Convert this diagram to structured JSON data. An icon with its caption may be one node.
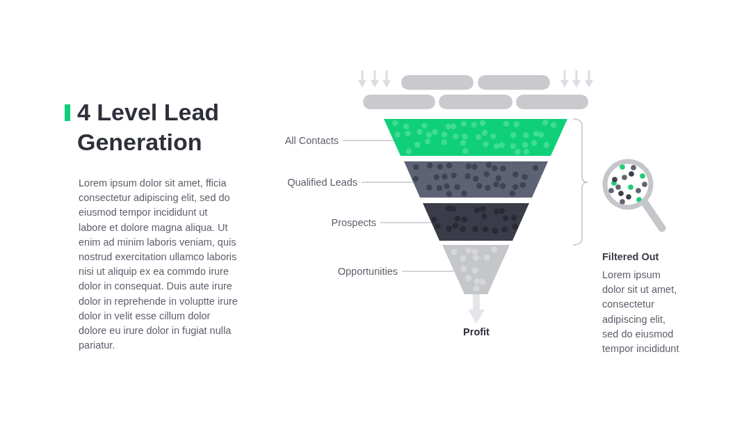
{
  "diagram": {
    "title": "4 Level Lead Generation",
    "nodes": [
      {
        "text": [],
        "shape": "box"
      },
      {
        "text": [],
        "shape": "box"
      },
      {
        "text": [],
        "shape": "box"
      },
      {
        "text": [],
        "shape": "box"
      },
      {
        "text": [],
        "shape": "box"
      },
      {
        "text": [
          "All Contacts"
        ]
      },
      {
        "text": [],
        "shape": "trapezoid"
      },
      {
        "text": [
          "Qualified Leads"
        ]
      },
      {
        "text": [],
        "shape": "trapezoid"
      },
      {
        "text": [
          "Prospects"
        ]
      },
      {
        "text": [],
        "shape": "trapezoid"
      },
      {
        "text": [
          "Opportunities"
        ]
      },
      {
        "text": [],
        "shape": "trapezoid"
      },
      {
        "text": [
          "Profit"
        ]
      }
    ],
    "edges": [
      {
        "from": 5,
        "to": 6,
        "arrow": "none"
      },
      {
        "from": 7,
        "to": 8,
        "arrow": "none"
      },
      {
        "from": 9,
        "to": 10,
        "arrow": "none"
      },
      {
        "from": 11,
        "to": 12,
        "arrow": "none"
      },
      {
        "from": 12,
        "to": 13,
        "arrow": "to",
        "style": "thick",
        "color": "#e4e5e9"
      }
    ],
    "labels": [
      "Lorem ipsum dolor sit amet, fficia consectetur adipiscing elit, sed do eiusmod tempor incididunt ut labore et dolore magna aliqua. Ut enim ad minim laboris veniam, quis nostrud exercitation ullamco laboris nisi ut aliquip ex ea commdo irure dolor in consequat. Duis aute irure dolor in reprehende in voluptte irure dolor in velit esse cillum dolor dolore eu irure dolor in fugiat nulla pariatur.",
      "Filtered Out",
      "Lorem ipsum dolor sit ut amet, consectetur adipiscing elit, sed do eiusmod tempor incididunt"
    ]
  }
}
